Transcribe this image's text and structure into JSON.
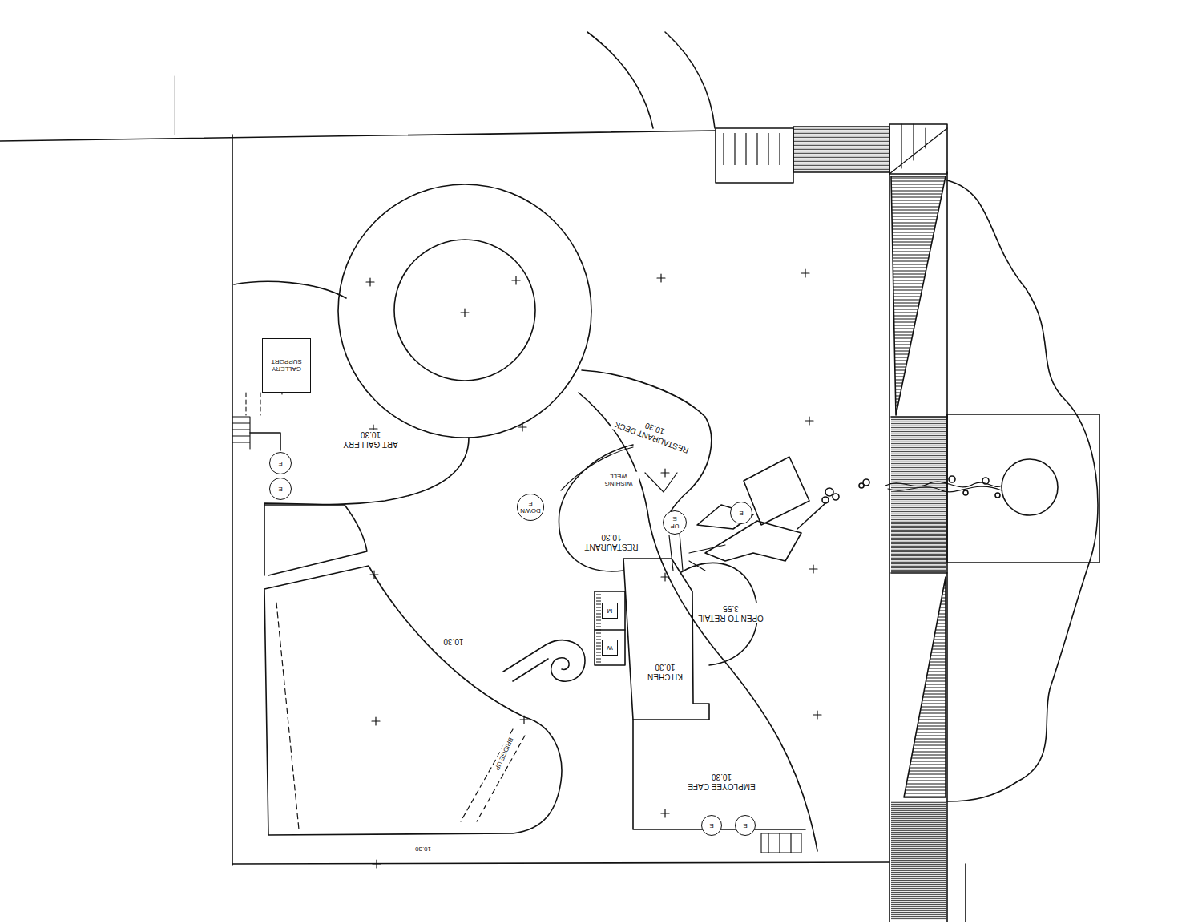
{
  "diagram": {
    "nodes": [
      {
        "text": [
          "GALLERY SUPPORT"
        ]
      },
      {
        "text": [
          "E"
        ]
      },
      {
        "text": [
          "E"
        ]
      },
      {
        "text": [
          "ART GALLERY",
          "10.30"
        ]
      },
      {
        "text": [
          "RESTAURANT DECK",
          "10.30"
        ]
      },
      {
        "text": [
          "DOWN",
          "E"
        ]
      },
      {
        "text": [
          "UP",
          "E"
        ]
      },
      {
        "text": [
          "E"
        ]
      },
      {
        "text": [
          "RESTAURANT",
          "10.30"
        ]
      },
      {
        "text": [
          "OPEN TO RETAIL",
          "3.55"
        ]
      },
      {
        "text": [
          "M"
        ]
      },
      {
        "text": [
          "W"
        ]
      },
      {
        "text": [
          "KITCHEN",
          "10.30"
        ]
      },
      {
        "text": [
          "10.30"
        ]
      },
      {
        "text": [
          "EMPLOYEE CAFE",
          "10.30"
        ]
      },
      {
        "text": [
          "E"
        ]
      },
      {
        "text": [
          "E"
        ]
      }
    ],
    "labels": [
      "WISHING WELL",
      "BRIDGE UP",
      "10.30"
    ]
  }
}
